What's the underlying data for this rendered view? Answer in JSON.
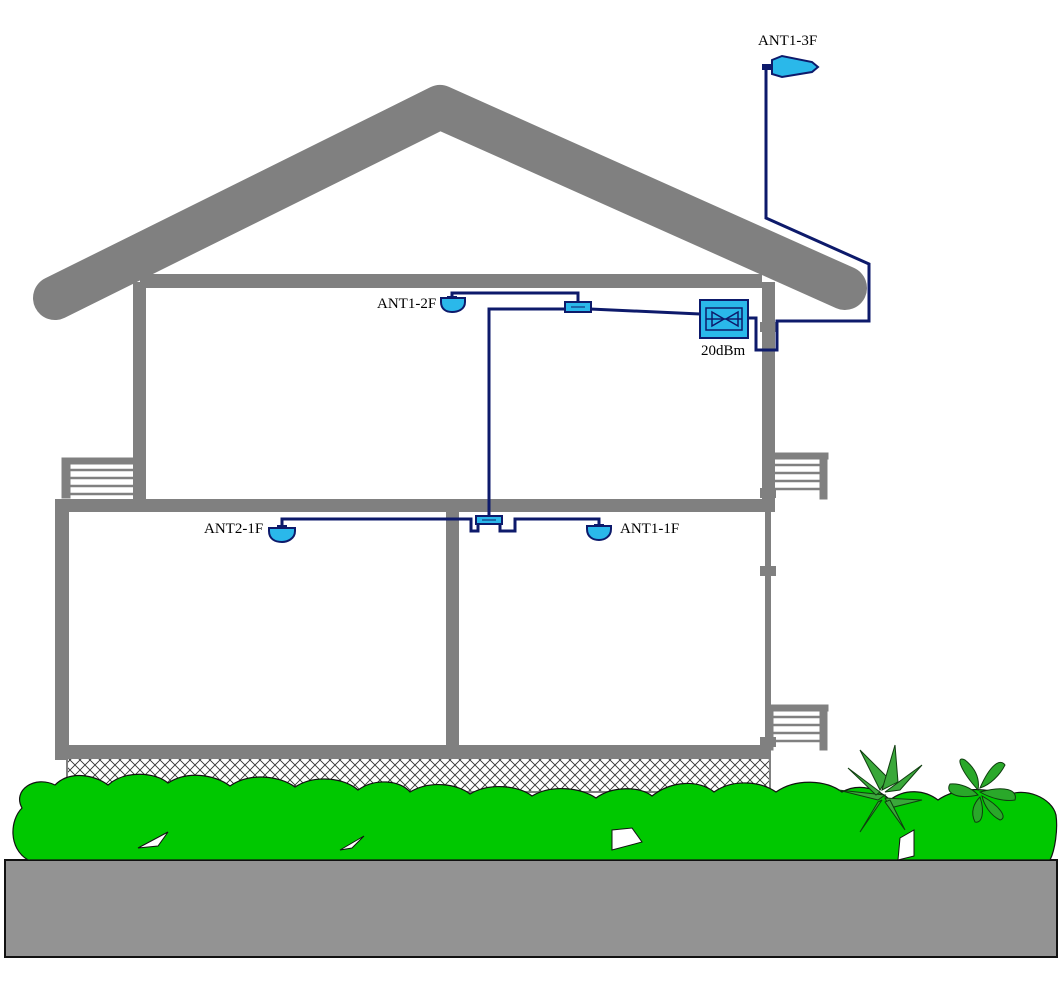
{
  "labels": {
    "outdoor_antenna": "ANT1-3F",
    "antenna_2f": "ANT1-2F",
    "antenna_1f_left": "ANT2-1F",
    "antenna_1f_right": "ANT1-1F",
    "amplifier_gain": "20dBm"
  },
  "colors": {
    "cable": "#0d1a6b",
    "device": "#2ab8ea",
    "structure": "#808080",
    "foliage": "#00c800",
    "ground": "#939393"
  },
  "icons": {
    "outdoor_antenna": "yagi-antenna-icon",
    "indoor_antenna": "ceiling-antenna-icon",
    "amplifier": "signal-booster-icon",
    "splitter": "splitter-icon"
  }
}
